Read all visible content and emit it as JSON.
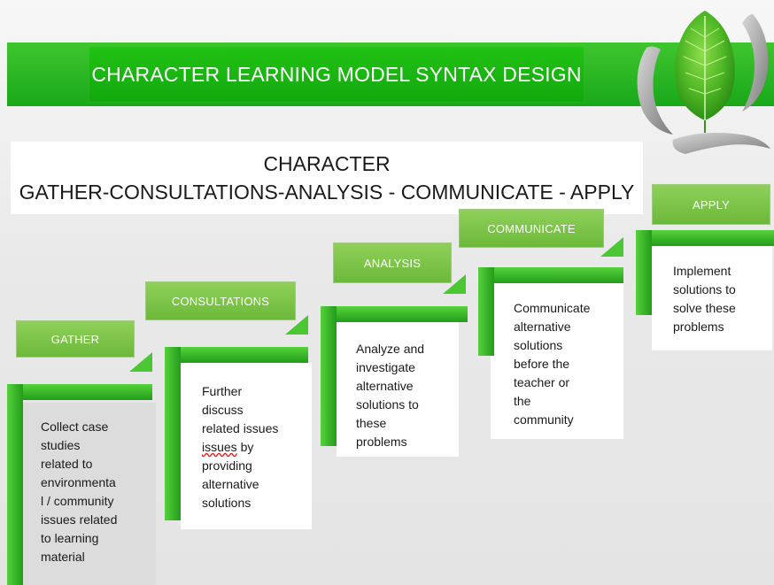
{
  "slide": {
    "title": "CHARACTER LEARNING MODEL SYNTAX DESIGN",
    "heading_line1": "CHARACTER",
    "heading_line2": "GATHER-CONSULTATIONS-ANALYSIS - COMMUNICATE - APPLY"
  },
  "colors": {
    "banner_green": "#19a81a",
    "step_green": "#3bb62a",
    "label_green": "#78c244"
  },
  "steps": [
    {
      "label": "GATHER",
      "description": "Collect case\nstudies\nrelated to\nenvironmenta\nl / community\nissues related\nto learning\nmaterial"
    },
    {
      "label": "CONSULTATIONS",
      "desc_pre": "Further\ndiscuss\nrelated issues\n",
      "desc_flag": "issues",
      "desc_post": " by\nproviding\nalternative\nsolutions"
    },
    {
      "label": "ANALYSIS",
      "description": "Analyze and\ninvestigate\nalternative\nsolutions to\nthese\nproblems"
    },
    {
      "label": "COMMUNICATE",
      "description": "Communicate\nalternative\nsolutions\nbefore the\nteacher or\nthe\ncommunity"
    },
    {
      "label": "APPLY",
      "description": "Implement\nsolutions to\nsolve these\nproblems"
    }
  ]
}
